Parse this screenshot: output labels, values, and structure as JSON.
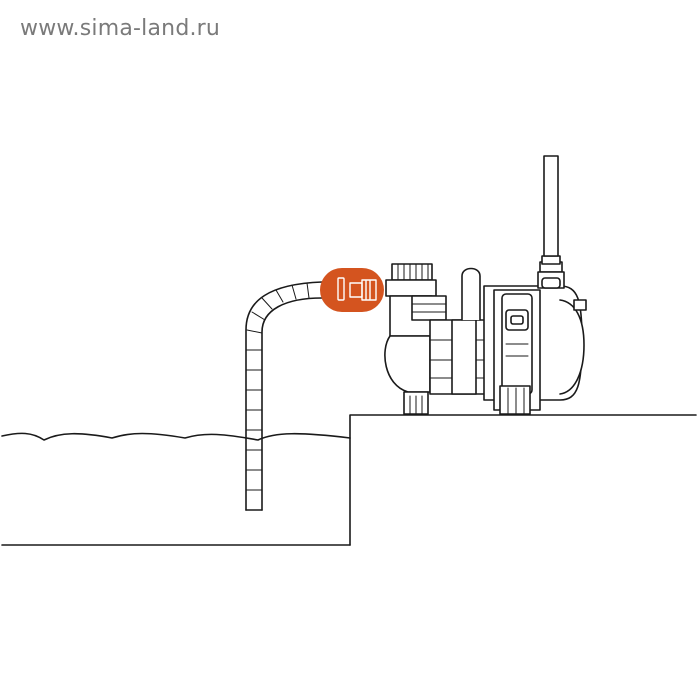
{
  "watermark": {
    "text": "www.sima-land.ru"
  },
  "colors": {
    "line": "#1a1a1a",
    "highlight": "#d4541f",
    "background": "#ffffff"
  },
  "diagram": {
    "elements": [
      "water-tank",
      "ground-ledge",
      "suction-hose",
      "hose-connector-highlight",
      "garden-pump",
      "discharge-pipe"
    ]
  }
}
